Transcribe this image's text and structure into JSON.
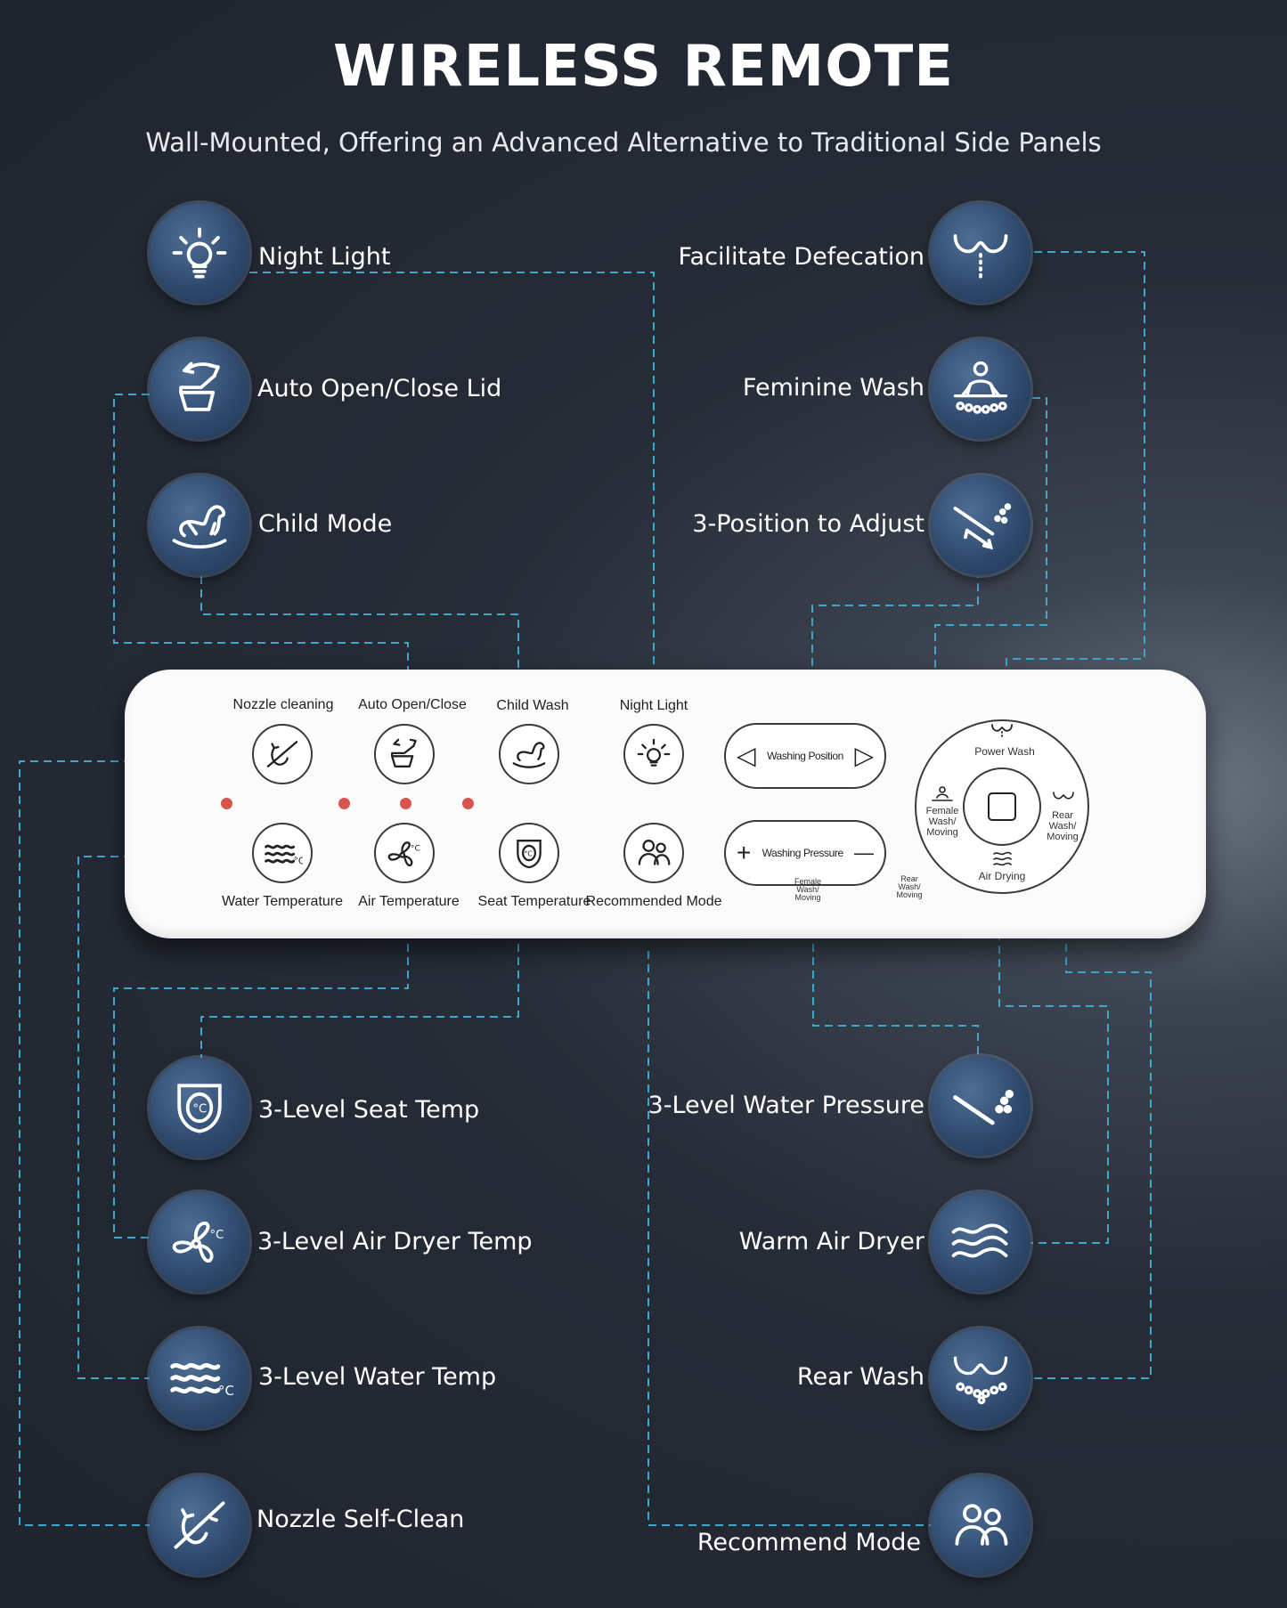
{
  "header": {
    "title": "WIRELESS REMOTE",
    "subtitle": "Wall-Mounted, Offering an Advanced Alternative to Traditional Side Panels"
  },
  "features_left": [
    {
      "label": "Night Light",
      "icon": "light-bulb-icon"
    },
    {
      "label": "Auto Open/Close Lid",
      "icon": "lid-icon"
    },
    {
      "label": "Child Mode",
      "icon": "rocking-horse-icon"
    },
    {
      "label": "3-Level Seat Temp",
      "icon": "seat-temp-icon"
    },
    {
      "label": "3-Level Air Dryer Temp",
      "icon": "fan-icon"
    },
    {
      "label": "3-Level Water Temp",
      "icon": "water-temp-icon"
    },
    {
      "label": "Nozzle Self-Clean",
      "icon": "nozzle-clean-icon"
    }
  ],
  "features_right": [
    {
      "label": "Facilitate Defecation",
      "icon": "power-wash-icon"
    },
    {
      "label": "Feminine Wash",
      "icon": "feminine-wash-icon"
    },
    {
      "label": "3-Position to Adjust",
      "icon": "position-adjust-icon"
    },
    {
      "label": "3-Level Water Pressure",
      "icon": "water-pressure-icon"
    },
    {
      "label": "Warm Air Dryer",
      "icon": "warm-air-icon"
    },
    {
      "label": "Rear Wash",
      "icon": "rear-wash-icon"
    },
    {
      "label": "Recommend Mode",
      "icon": "users-icon"
    }
  ],
  "remote": {
    "top_buttons": [
      {
        "label": "Nozzle cleaning",
        "icon": "nozzle-clean-icon"
      },
      {
        "label": "Auto Open/Close",
        "icon": "lid-icon"
      },
      {
        "label": "Child Wash",
        "icon": "rocking-horse-icon"
      },
      {
        "label": "Night Light",
        "icon": "light-bulb-icon"
      }
    ],
    "bottom_buttons": [
      {
        "label": "Water Temperature",
        "icon": "water-temp-icon"
      },
      {
        "label": "Air Temperature",
        "icon": "fan-icon"
      },
      {
        "label": "Seat Temperature",
        "icon": "seat-temp-icon"
      },
      {
        "label": "Recommended Mode",
        "icon": "users-icon"
      }
    ],
    "washing_position": {
      "label": "Washing Position",
      "left": "◁",
      "right": "▷"
    },
    "washing_pressure": {
      "label": "Washing Pressure",
      "left": "+",
      "right": "—"
    },
    "pressure_notes": {
      "left": "Female Wash/ Moving",
      "right": "Rear Wash/ Moving"
    },
    "dial": {
      "top": "Power Wash",
      "left": "Female Wash/ Moving",
      "right": "Rear Wash/ Moving",
      "bottom": "Air Drying"
    },
    "indicator_color": "#d9534f"
  },
  "colors": {
    "accent_line": "#3fa7c9",
    "icon_bg": "#2f4a6e"
  }
}
